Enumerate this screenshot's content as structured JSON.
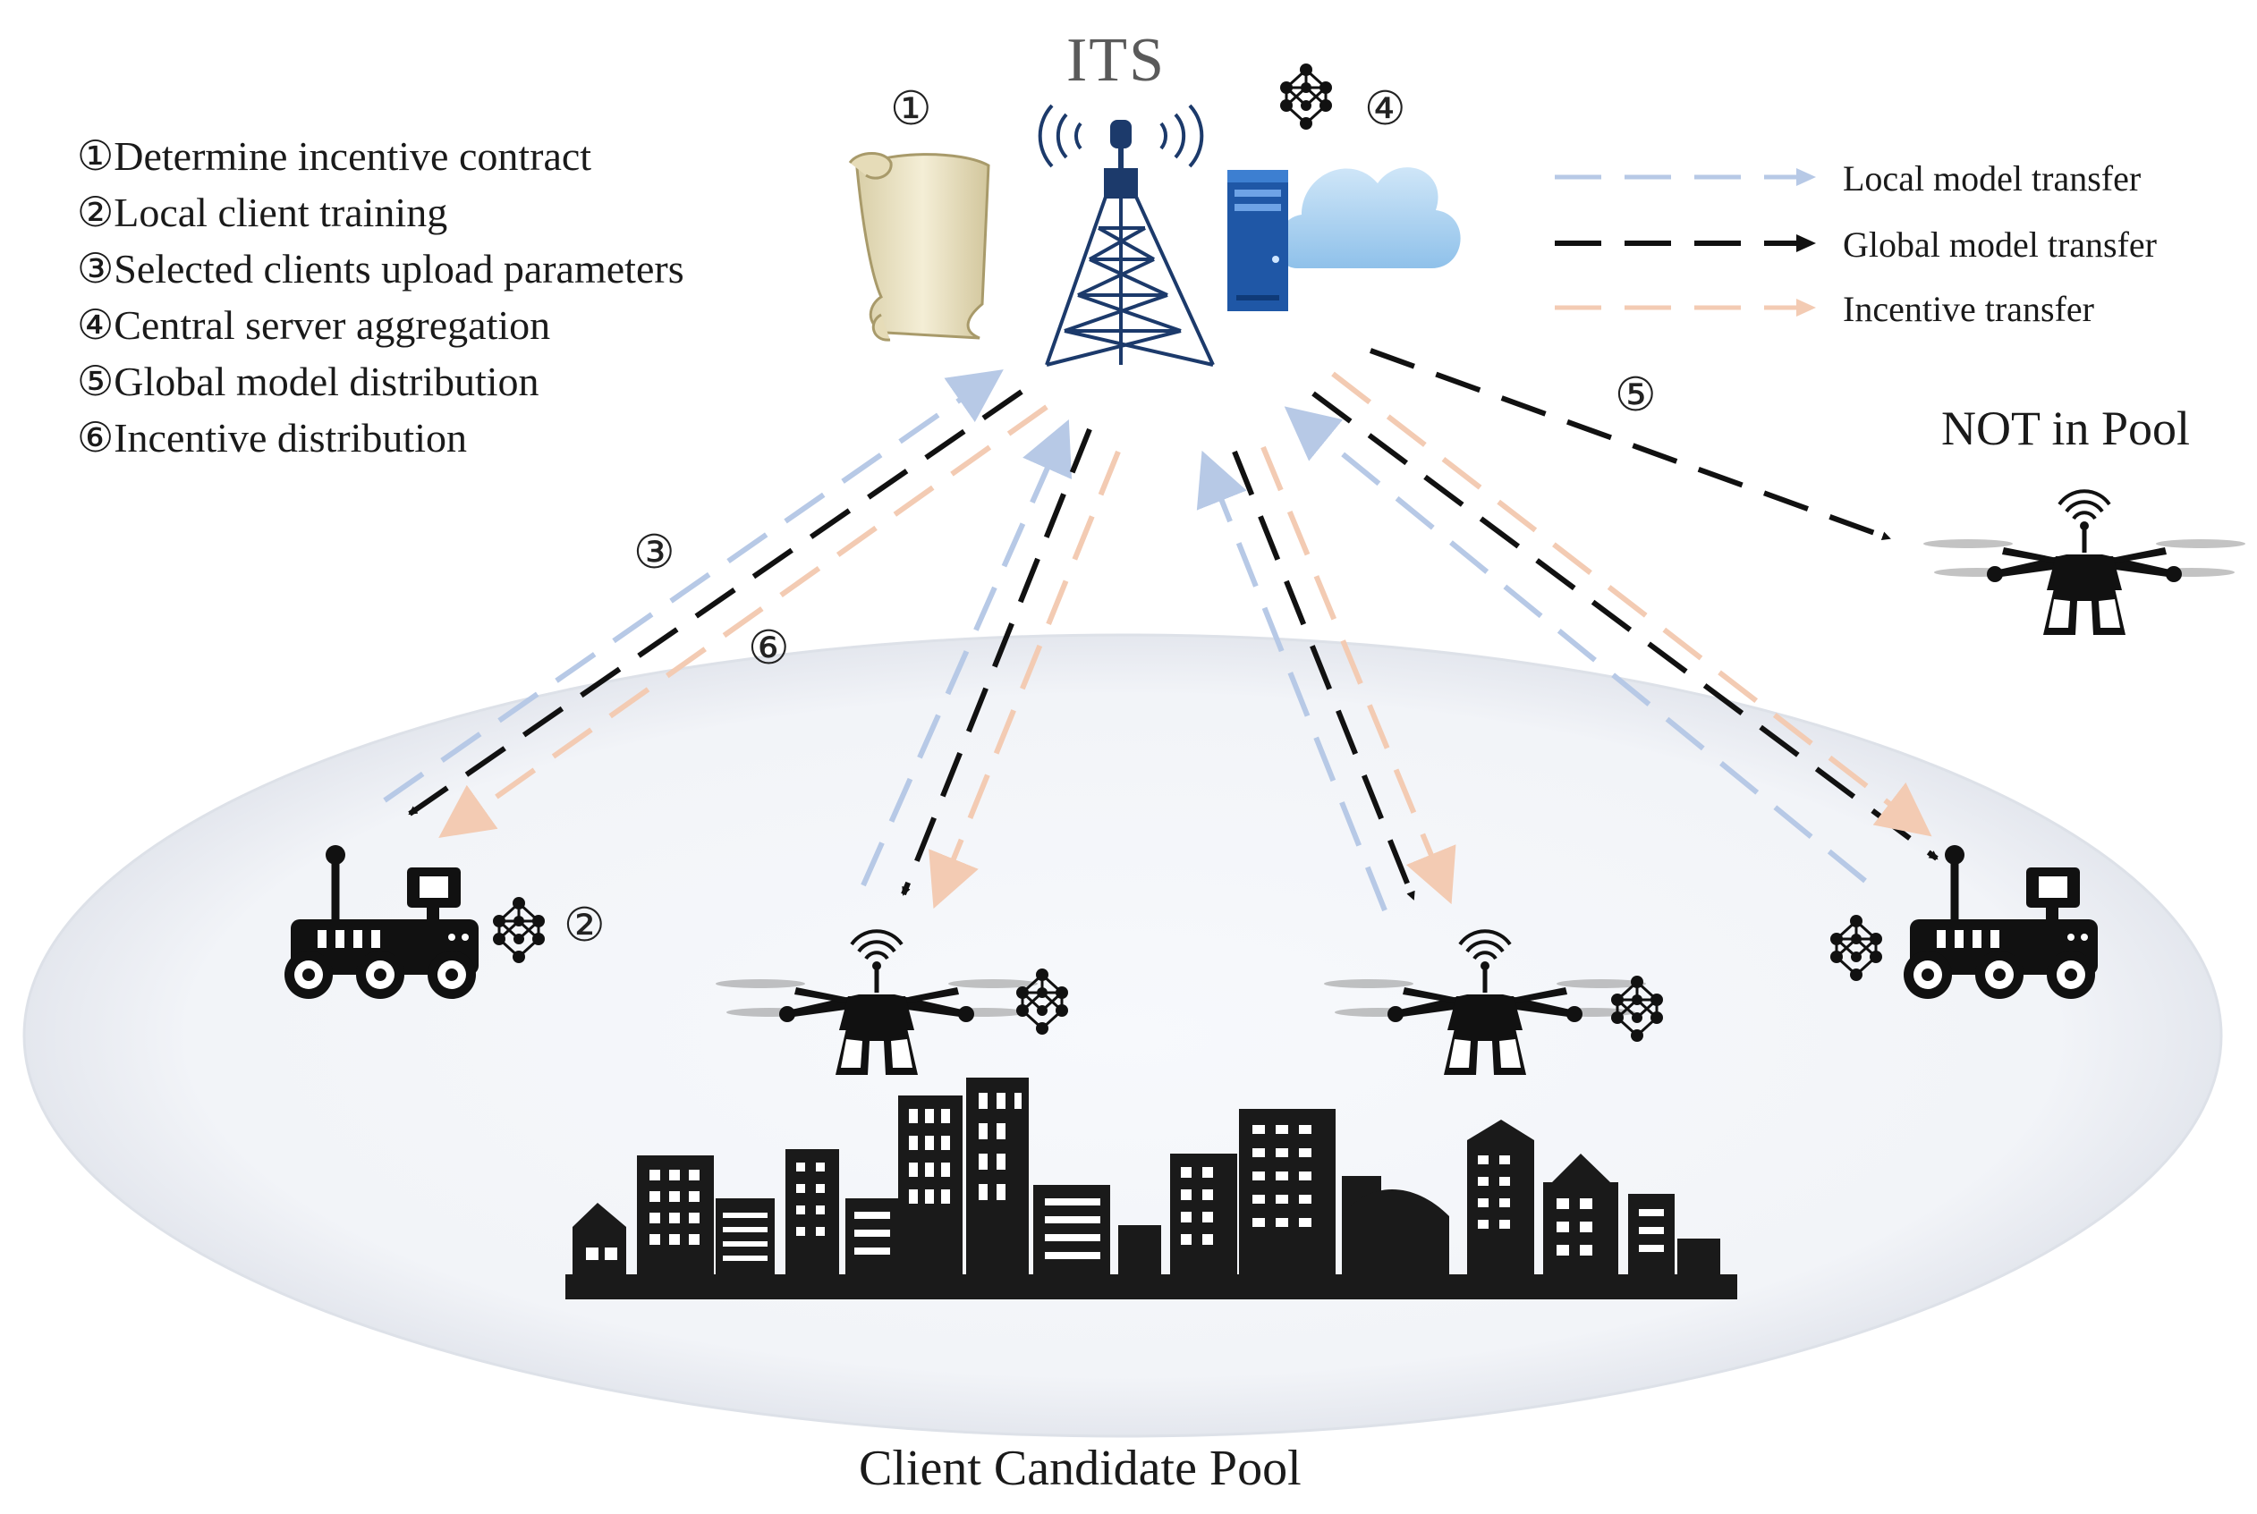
{
  "server_title": "ITS",
  "steps": [
    "①Determine incentive contract",
    "②Local client training",
    "③Selected clients upload parameters",
    "④Central server aggregation",
    "⑤Global model distribution",
    "⑥Incentive distribution"
  ],
  "markers": {
    "contract": "①",
    "local_training": "②",
    "upload": "③",
    "aggregation": "④",
    "global_distribution": "⑤",
    "incentive_distribution": "⑥"
  },
  "legend": [
    {
      "label": "Local model transfer",
      "color": "#b7c9e6"
    },
    {
      "label": "Global model transfer",
      "color": "#111111"
    },
    {
      "label": "Incentive transfer",
      "color": "#f3cbb3"
    }
  ],
  "not_in_pool_label": "NOT in Pool",
  "pool_label": "Client Candidate Pool",
  "icons": [
    "scroll-icon",
    "antenna-tower-icon",
    "server-icon",
    "cloud-icon",
    "neural-network-icon",
    "rover-icon",
    "drone-icon",
    "city-skyline-icon"
  ]
}
